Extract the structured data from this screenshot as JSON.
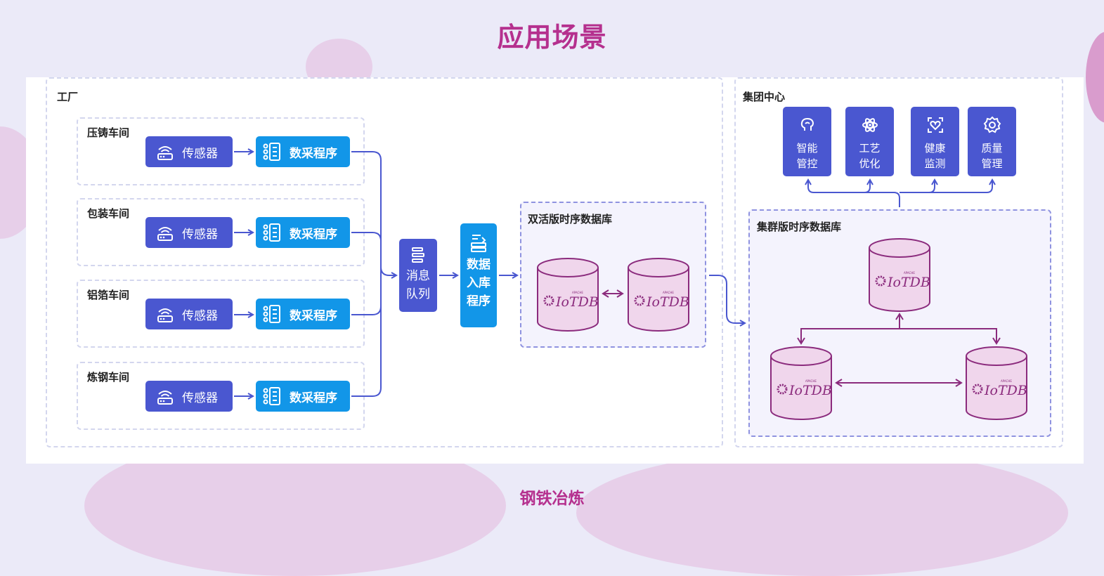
{
  "title": "应用场景",
  "subtitle": "钢铁冶炼",
  "factory": {
    "label": "工厂",
    "workshops": [
      {
        "name": "压铸车间",
        "sensor": "传感器",
        "collector": "数采程序"
      },
      {
        "name": "包装车间",
        "sensor": "传感器",
        "collector": "数采程序"
      },
      {
        "name": "铝箔车间",
        "sensor": "传感器",
        "collector": "数采程序"
      },
      {
        "name": "炼钢车间",
        "sensor": "传感器",
        "collector": "数采程序"
      }
    ],
    "queue": {
      "line1": "消息",
      "line2": "队列"
    },
    "ingest": {
      "line1": "数据",
      "line2": "入库",
      "line3": "程序"
    },
    "dual_db": {
      "label": "双活版时序数据库"
    }
  },
  "group": {
    "label": "集团中心",
    "apps": [
      {
        "line1": "智能",
        "line2": "管控",
        "icon": "brain-icon"
      },
      {
        "line1": "工艺",
        "line2": "优化",
        "icon": "atom-icon"
      },
      {
        "line1": "健康",
        "line2": "监测",
        "icon": "heart-scan-icon"
      },
      {
        "line1": "质量",
        "line2": "管理",
        "icon": "gear-icon"
      }
    ],
    "cluster_db": {
      "label": "集群版时序数据库"
    }
  },
  "db_logo": {
    "text": "IoTDB",
    "sub": "APACHE"
  },
  "colors": {
    "title": "#b5308e",
    "sensor": "#4a57d0",
    "collector": "#1296e8",
    "arrow": "#4a57d0",
    "db_stroke": "#8b2b7d",
    "db_fill": "#f0d6ec"
  }
}
